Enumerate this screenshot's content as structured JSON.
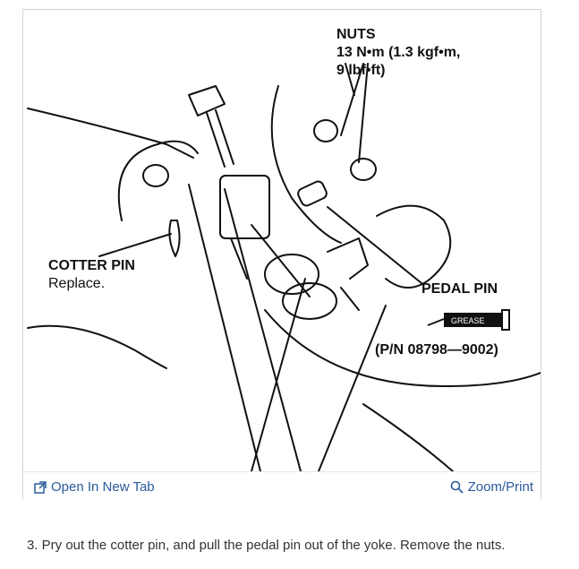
{
  "diagram": {
    "labels": {
      "nuts_title": "NUTS",
      "nuts_torque_line1": "13 N•m (1.3 kgf•m,",
      "nuts_torque_line2": "9 lbf•ft)",
      "cotter_pin": "COTTER PIN",
      "cotter_pin_note": "Replace.",
      "pedal_pin": "PEDAL PIN",
      "grease_tube_text": "GREASE",
      "part_number": "(P/N 08798—9002)"
    }
  },
  "toolbar": {
    "open_new_tab": "Open In New Tab",
    "zoom_print": "Zoom/Print",
    "icons": [
      "external-link-icon",
      "magnifier-icon"
    ],
    "link_color": "#2a5a9a"
  },
  "caption": "3. Pry out the cotter pin, and pull the pedal pin out of the yoke. Remove the nuts."
}
